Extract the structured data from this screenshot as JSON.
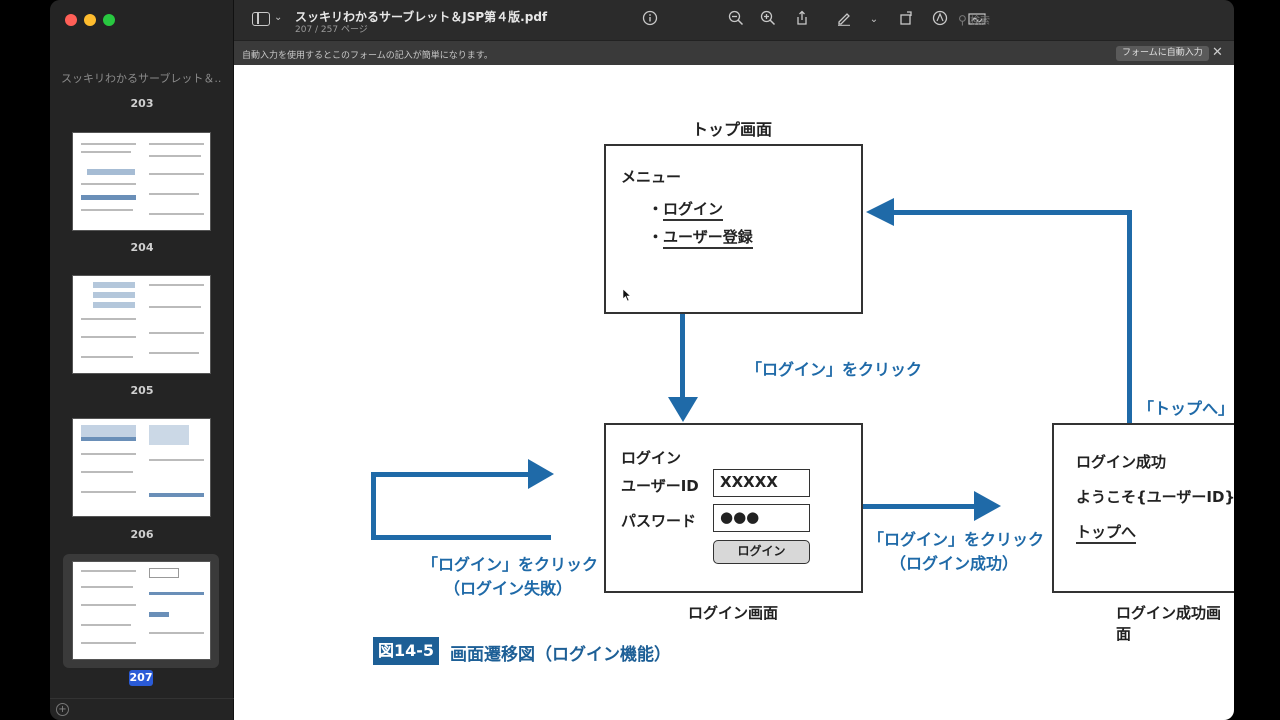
{
  "toolbar": {
    "doc_title": "スッキリわかるサーブレット＆JSP第４版.pdf",
    "page_info": "207 / 257 ページ",
    "search_placeholder": "検索"
  },
  "autofill": {
    "message": "自動入力を使用するとこのフォームの記入が簡単になります。",
    "button": "フォームに自動入力"
  },
  "sidebar": {
    "doc_title": "スッキリわかるサーブレット＆...",
    "pages": [
      "203",
      "204",
      "205",
      "206",
      "207"
    ],
    "current_page": "207"
  },
  "diagram": {
    "top_screen_title": "トップ画面",
    "menu_label": "メニュー",
    "menu_login": "ログイン",
    "menu_register": "ユーザー登録",
    "bullet": "・",
    "click_login_down": "「ログイン」をクリック",
    "click_top_link": "「トップへ」をクリ",
    "login_box_title": "ログイン",
    "user_id_label": "ユーザーID",
    "user_id_value": "XXXXX",
    "password_label": "パスワード",
    "password_value": "●●●",
    "login_button": "ログイン",
    "login_screen_title": "ログイン画面",
    "fail_line1": "「ログイン」をクリック",
    "fail_line2": "（ログイン失敗）",
    "success_line1": "「ログイン」をクリック",
    "success_line2": "（ログイン成功）",
    "success_box_title": "ログイン成功",
    "welcome_text": "ようこそ{ユーザーID}さん",
    "to_top_link": "トップへ",
    "success_screen_title": "ログイン成功画面",
    "figure_number": "図14-5",
    "figure_caption": "画面遷移図（ログイン機能）"
  },
  "colors": {
    "arrow_blue": "#1f6aa8",
    "figure_badge": "#1d5f96",
    "selected_page_badge": "#2a5bd7"
  }
}
